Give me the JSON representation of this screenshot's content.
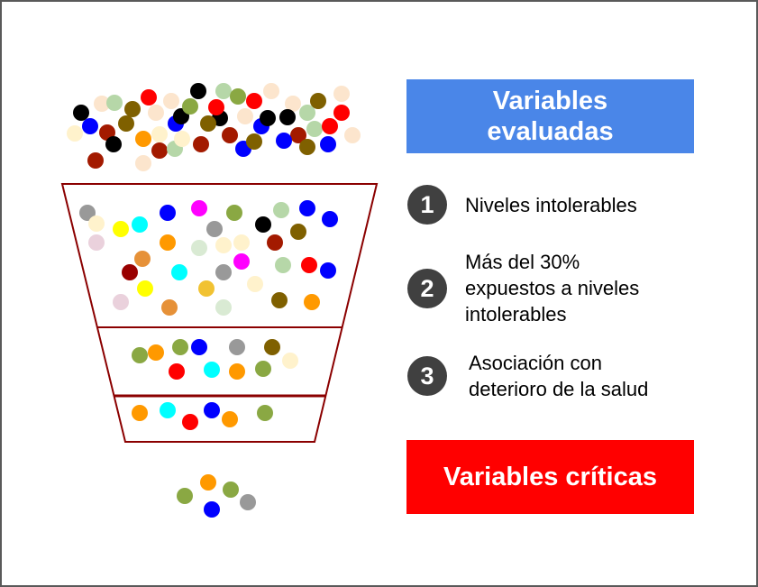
{
  "header_box": {
    "line1": "Variables",
    "line2": "evaluadas"
  },
  "criteria": [
    {
      "number": "1",
      "text": "Niveles intolerables"
    },
    {
      "number": "2",
      "line1": "Más del 30%",
      "line2": "expuestos a niveles",
      "line3": "intolerables"
    },
    {
      "number": "3",
      "line1": "Asociación con",
      "line2": "deterioro de la salud"
    }
  ],
  "result_box": {
    "label": "Variables críticas"
  },
  "colors": {
    "header_bg": "#4a86e8",
    "result_bg": "#ff0000",
    "number_bg": "#404040",
    "funnel_stroke": "#8b0000",
    "palette": {
      "k": "#000000",
      "b": "#0000ff",
      "r": "#ff0000",
      "dr": "#a31a00",
      "mr": "#990000",
      "o": "#7f6000",
      "g": "#8aa843",
      "lg": "#b6d7a8",
      "pg": "#d9ead3",
      "pe": "#fce5cd",
      "cr": "#fff2cc",
      "or": "#ff9900",
      "ob": "#e69138",
      "y": "#ffff00",
      "gd": "#f1c232",
      "c": "#00ffff",
      "m": "#ff00ff",
      "gr": "#999999",
      "pk": "#ead1dc"
    }
  }
}
